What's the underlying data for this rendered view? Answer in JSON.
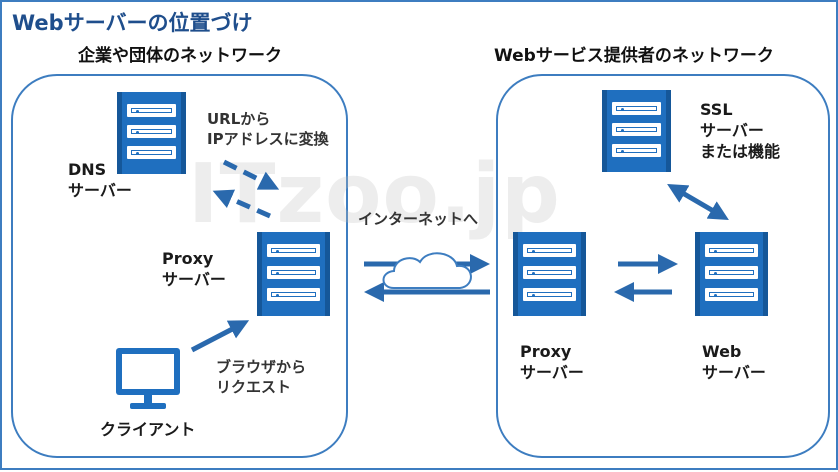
{
  "title": "Webサーバーの位置づけ",
  "left_zone": {
    "title": "企業や団体のネットワーク"
  },
  "right_zone": {
    "title": "Webサービス提供者のネットワーク"
  },
  "labels": {
    "dns_server": [
      "DNS",
      "サーバー"
    ],
    "url_to_ip": [
      "URLから",
      "IPアドレスに変換"
    ],
    "proxy_left": [
      "Proxy",
      "サーバー"
    ],
    "browser_request": [
      "ブラウザから",
      "リクエスト"
    ],
    "client": "クライアント",
    "to_internet": "インターネットへ",
    "ssl_server": [
      "SSL",
      "サーバー",
      "または機能"
    ],
    "proxy_right": [
      "Proxy",
      "サーバー"
    ],
    "web_server": [
      "Web",
      "サーバー"
    ]
  },
  "watermark": "ITzoo.jp",
  "colors": {
    "accent": "#3d7dc0",
    "server": "#1f6fbf",
    "server_edge": "#155799",
    "arrow": "#2a69ad",
    "cloud_stroke": "#3d7dc0",
    "title": "#1f4e8c"
  },
  "icons": [
    "server-icon",
    "monitor-icon",
    "cloud-icon",
    "arrow-icon"
  ]
}
